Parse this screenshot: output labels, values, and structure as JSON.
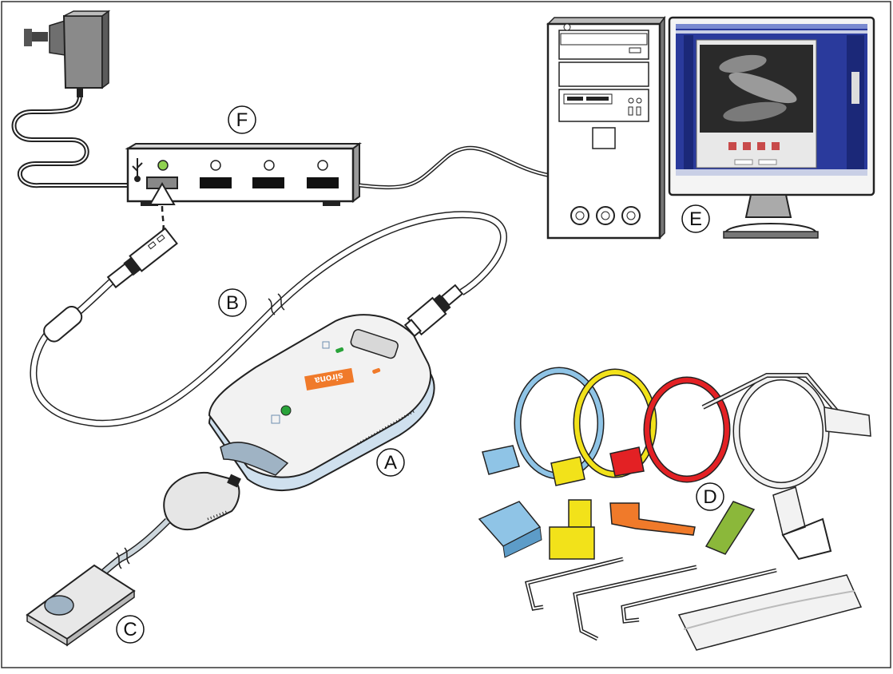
{
  "labels": {
    "A": "A",
    "B": "B",
    "C": "C",
    "D": "D",
    "E": "E",
    "F": "F"
  },
  "brand": "sirona",
  "colors": {
    "ring_blue": "#8fc4e6",
    "ring_yellow": "#f2e21a",
    "ring_red": "#e32124",
    "ring_white": "#f2f2f2",
    "block_orange": "#f07a2a",
    "sensor_holder_green": "#8bb83a",
    "led_green": "#29a33a",
    "screen_blue": "#2a3a9c"
  }
}
